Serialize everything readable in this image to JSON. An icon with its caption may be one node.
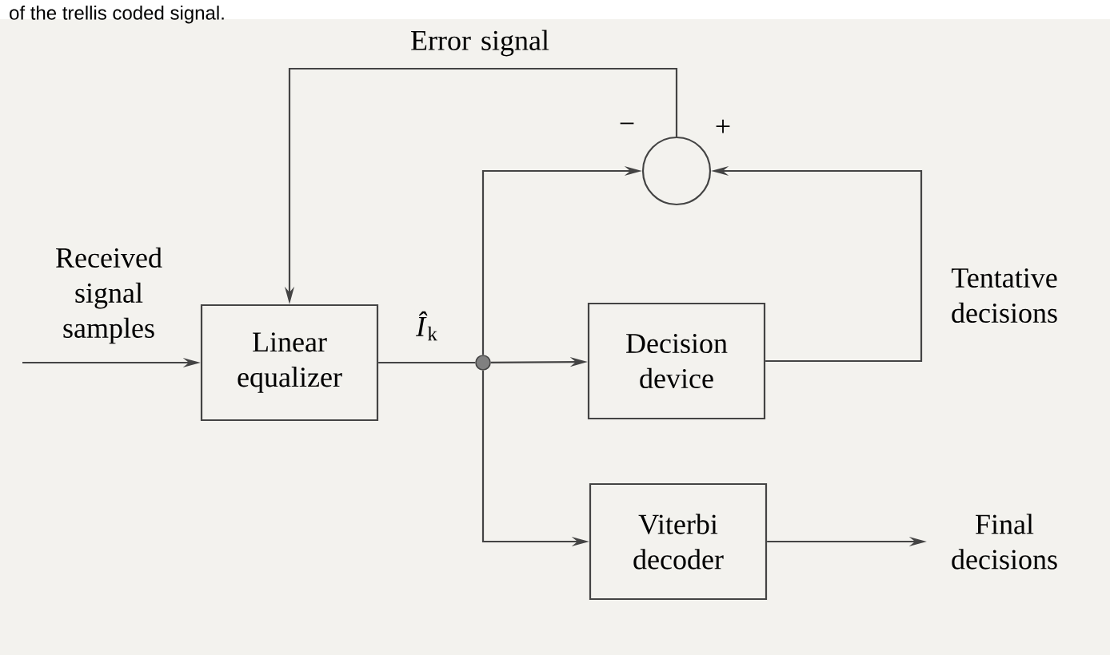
{
  "diagram": {
    "nodes": [
      {
        "text": [
          "Linear equalizer"
        ]
      },
      {
        "text": [],
        "shape": "circle"
      },
      {
        "text": [
          "Decision device"
        ]
      },
      {
        "text": [
          "Viterbi decoder"
        ]
      },
      {
        "text": [],
        "shape": "circle"
      },
      {
        "text": [
          "Final decisions"
        ]
      }
    ],
    "edges": [
      {
        "from": null,
        "to": 0,
        "arrow": "to"
      },
      {
        "from": 0,
        "to": 1,
        "arrow": "none",
        "label": "*Î*$_{k}$"
      },
      {
        "from": 1,
        "to": 2,
        "arrow": "to"
      },
      {
        "from": 1,
        "to": 4,
        "arrow": "to"
      },
      {
        "from": 1,
        "to": 3,
        "arrow": "to"
      },
      {
        "from": 2,
        "to": 4,
        "arrow": "to",
        "label": "Tentative decisions"
      },
      {
        "from": 4,
        "to": 0,
        "arrow": "to",
        "label": "Error signal"
      },
      {
        "from": 3,
        "to": 5,
        "arrow": "to"
      }
    ],
    "labels": [
      "of the trellis coded signal.",
      "Received signal samples",
      "−",
      "+"
    ]
  }
}
